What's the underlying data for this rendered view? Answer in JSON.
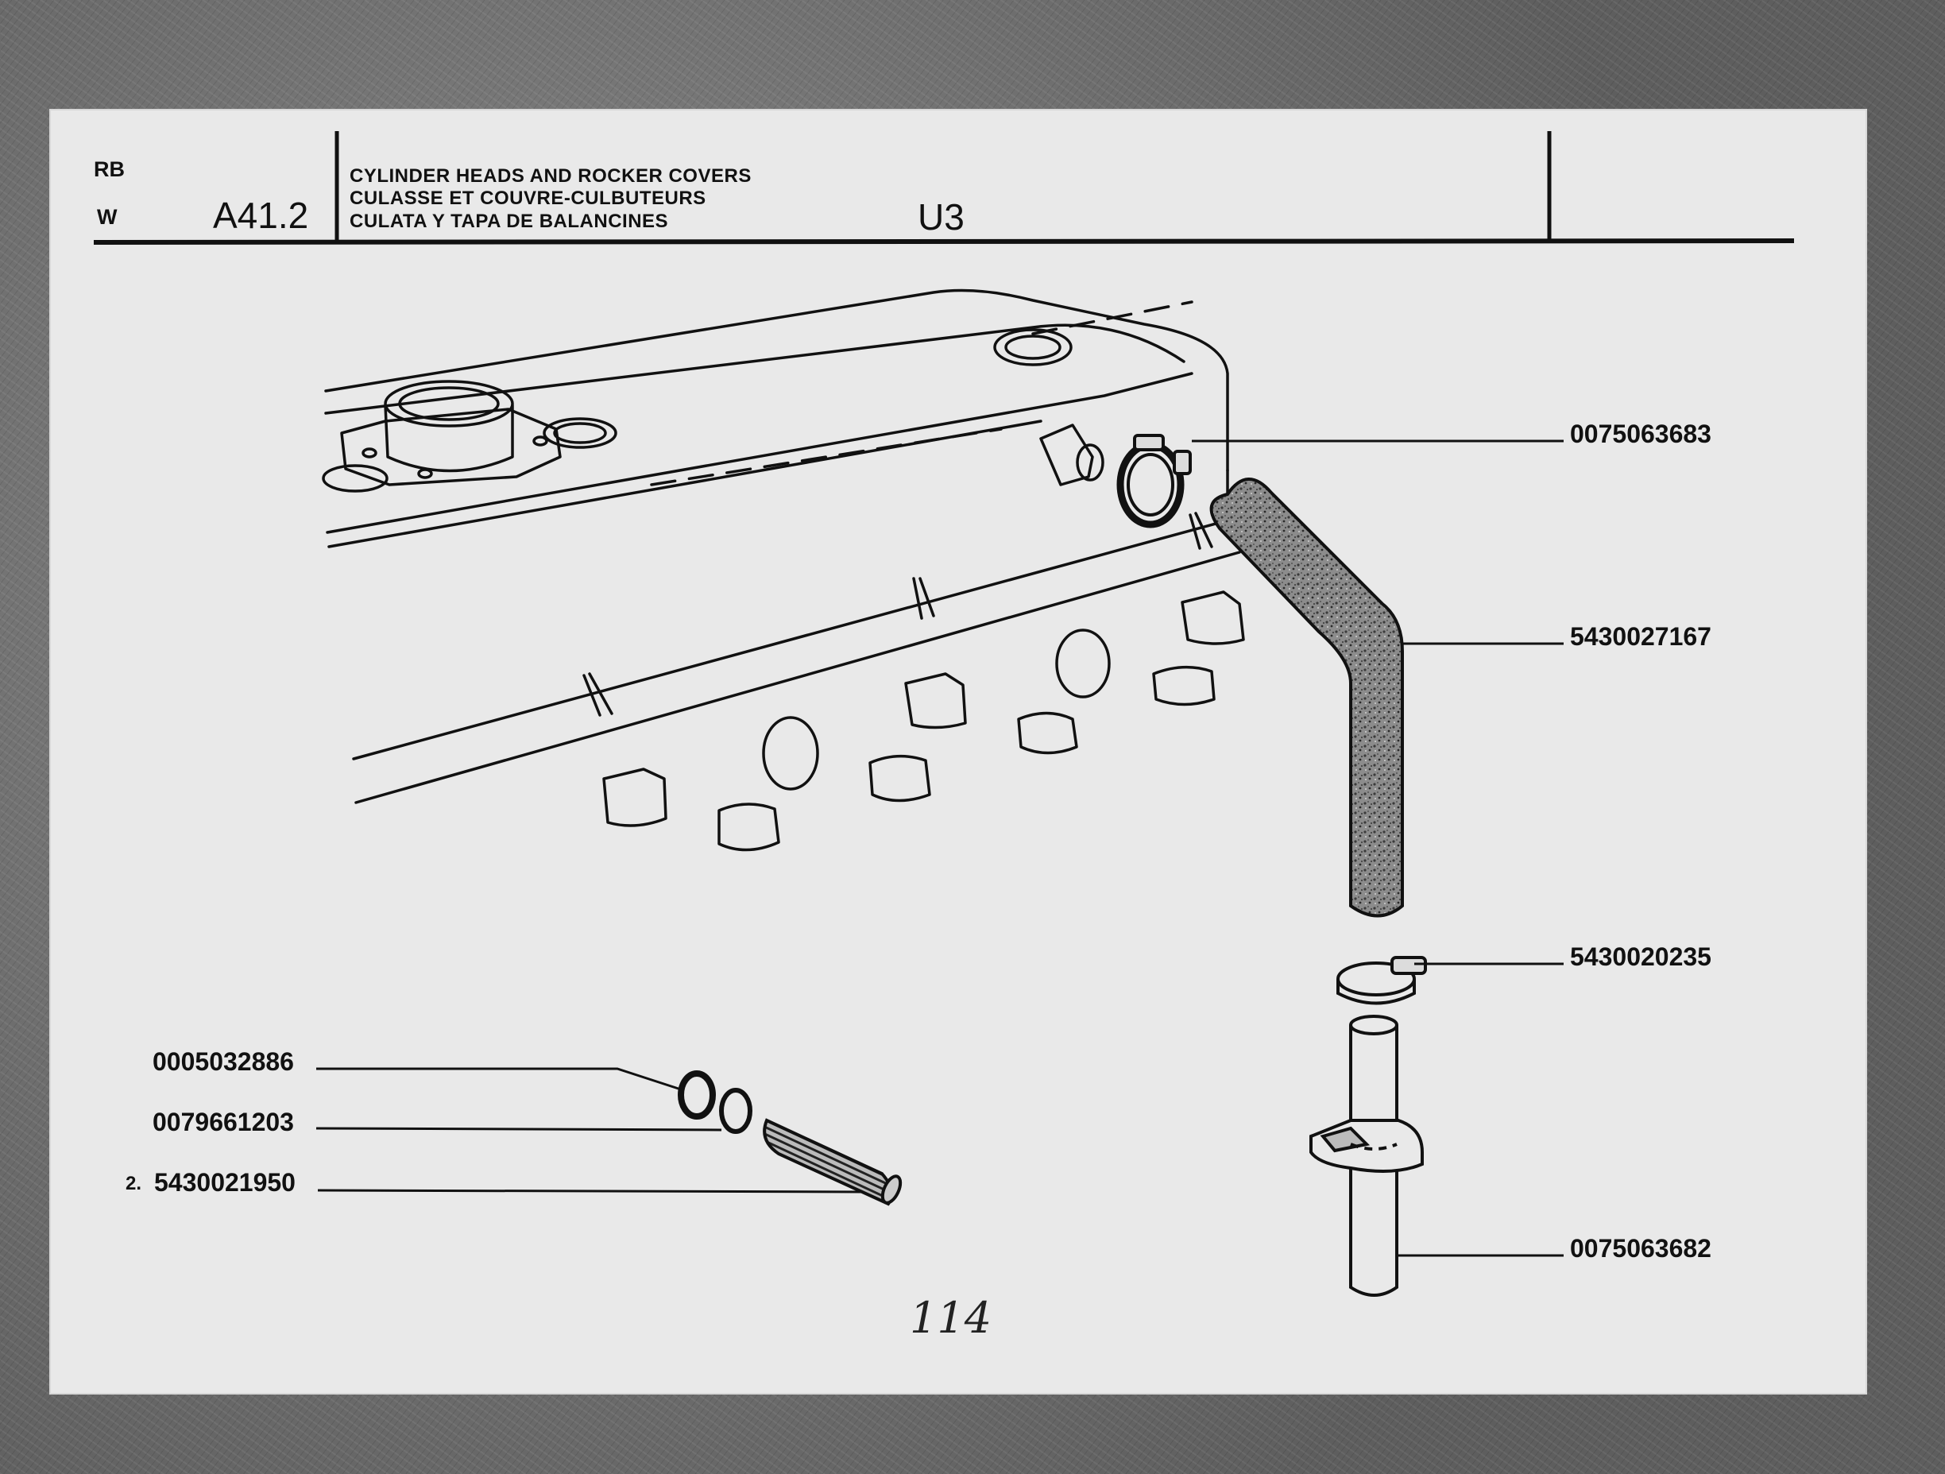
{
  "header": {
    "code_rb": "RB",
    "code_w": "W",
    "section": "A41.2",
    "titles": [
      "CYLINDER HEADS AND ROCKER COVERS",
      "CULASSE ET COUVRE-CULBUTEURS",
      "CULATA Y TAPA DE BALANCINES"
    ],
    "model": "U3"
  },
  "parts": [
    {
      "number": "0075063683",
      "prefix": ""
    },
    {
      "number": "5430027167",
      "prefix": ""
    },
    {
      "number": "5430020235",
      "prefix": ""
    },
    {
      "number": "0075063682",
      "prefix": ""
    },
    {
      "number": "0005032886",
      "prefix": ""
    },
    {
      "number": "0079661203",
      "prefix": ""
    },
    {
      "number": "5430021950",
      "prefix": "2."
    }
  ],
  "page_note": "114",
  "colors": {
    "paper": "#e9e9e9",
    "ink": "#111111",
    "backdrop": "#6e6e6e"
  }
}
